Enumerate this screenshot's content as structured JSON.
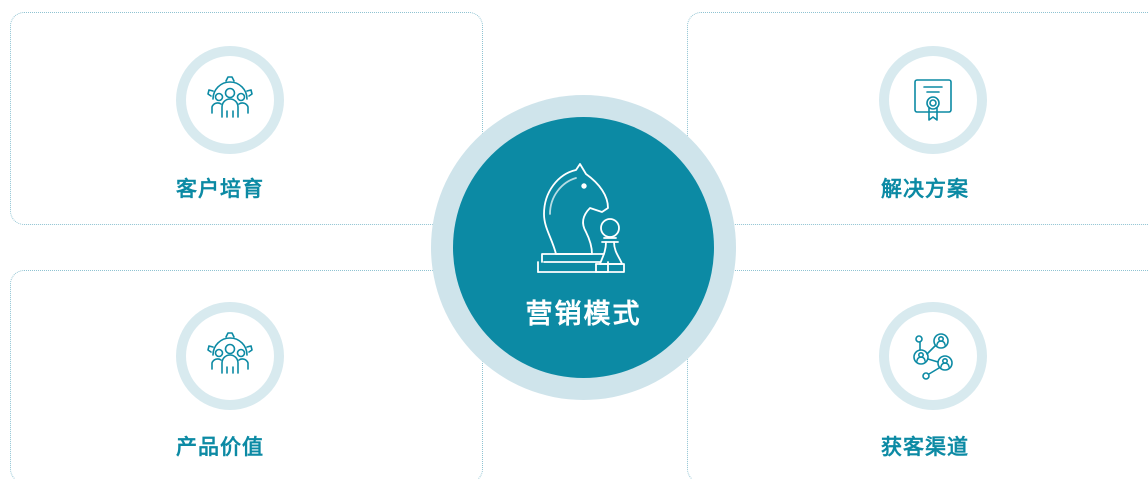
{
  "center": {
    "label": "营销模式",
    "icon": "chess-knight-pawn-icon"
  },
  "cards": {
    "top_left": {
      "label": "客户培育",
      "icon": "team-gear-icon"
    },
    "bottom_left": {
      "label": "产品价值",
      "icon": "team-gear-icon"
    },
    "top_right": {
      "label": "解决方案",
      "icon": "certificate-icon"
    },
    "bottom_right": {
      "label": "获客渠道",
      "icon": "network-users-icon"
    }
  },
  "colors": {
    "accent": "#0c8aa4",
    "ring": "#d8eaef",
    "border": "#8fc3d2",
    "background": "#ffffff"
  }
}
